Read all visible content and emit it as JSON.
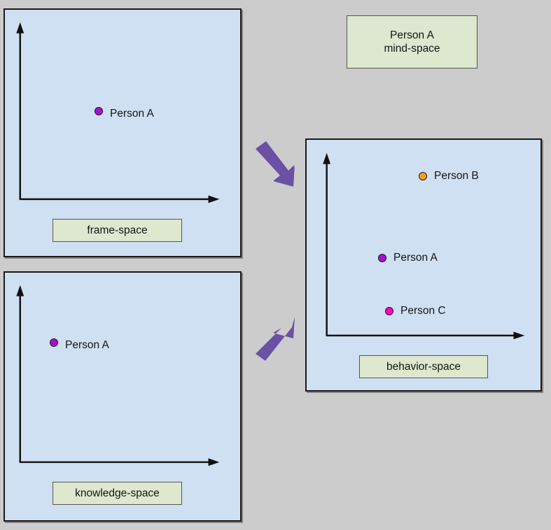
{
  "background_color": "#cccccc",
  "colors": {
    "panel_fill": "#cfe0f2",
    "panel_border": "#1a1a1a",
    "caption_fill": "#dde8cf",
    "caption_border": "#555555",
    "arrow": "#6a51a3",
    "person_a_dot": "#a80fd6",
    "person_b_dot": "#f5a01e",
    "person_c_dot": "#ff00c8"
  },
  "panels": [
    {
      "id": "frame-space",
      "caption": "frame-space",
      "points": [
        {
          "label": "Person A",
          "color": "#a80fd6"
        }
      ]
    },
    {
      "id": "knowledge-space",
      "caption": "knowledge-space",
      "points": [
        {
          "label": "Person A",
          "color": "#a80fd6"
        }
      ]
    },
    {
      "id": "behavior-space",
      "caption": "behavior-space",
      "points": [
        {
          "label": "Person B",
          "color": "#f5a01e"
        },
        {
          "label": "Person A",
          "color": "#a80fd6"
        },
        {
          "label": "Person C",
          "color": "#ff00c8"
        }
      ]
    }
  ],
  "mind_space_box": {
    "line1": "Person A",
    "line2": "mind-space"
  },
  "arrows": [
    {
      "id": "frame-to-behavior",
      "direction": "down-right"
    },
    {
      "id": "knowledge-to-behavior",
      "direction": "up-right"
    }
  ]
}
